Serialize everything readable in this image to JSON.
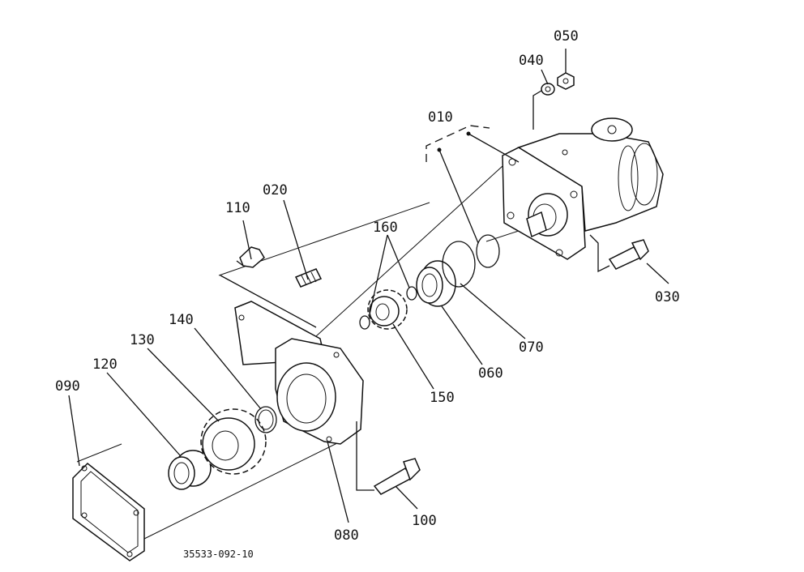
{
  "callouts": {
    "p010": "010",
    "p020": "020",
    "p030": "030",
    "p040": "040",
    "p050": "050",
    "p060": "060",
    "p070": "070",
    "p080": "080",
    "p090": "090",
    "p100": "100",
    "p110": "110",
    "p120": "120",
    "p130": "130",
    "p140": "140",
    "p150": "150",
    "p160": "160"
  },
  "drawing_code": "35533-092-10"
}
